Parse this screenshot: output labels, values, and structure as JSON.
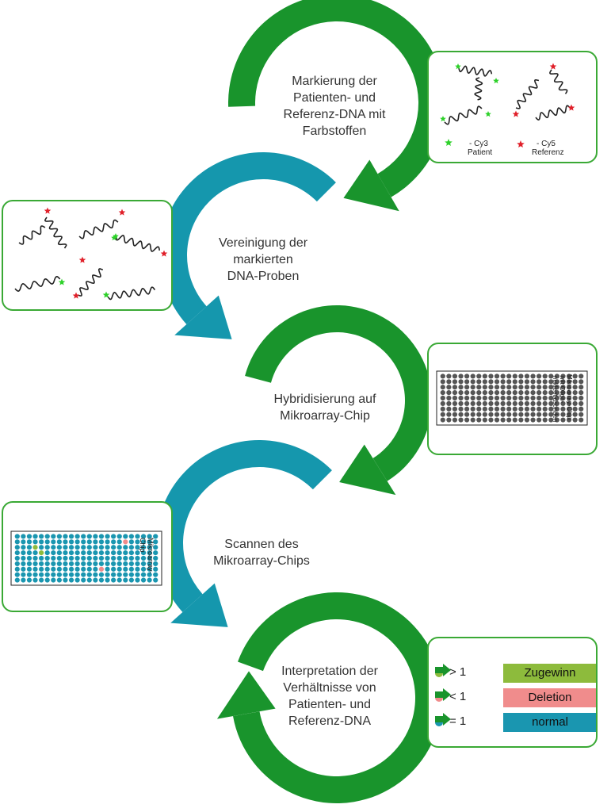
{
  "steps": [
    {
      "lines": [
        "Markierung der",
        "Patienten- und",
        "Referenz-DNA mit",
        "Farbstoffen"
      ]
    },
    {
      "lines": [
        "Vereinigung der",
        "markierten",
        "DNA-Proben"
      ]
    },
    {
      "lines": [
        "Hybridisierung auf",
        "Mikroarray-Chip"
      ]
    },
    {
      "lines": [
        "Scannen des",
        "Mikroarray-Chips"
      ]
    },
    {
      "lines": [
        "Interpretation der",
        "Verhältnisse von",
        "Patienten- und",
        "Referenz-DNA"
      ]
    }
  ],
  "box1": {
    "cy3_label": "- Cy3",
    "cy3_sub": "Patient",
    "cy5_label": "- Cy5",
    "cy5_sub": "Referenz"
  },
  "box3": {
    "chip_label_1": "Mikroarray-Chip",
    "chip_label_2": "mit Oligo-",
    "chip_label_3": "nukleotidsonden"
  },
  "box4": {
    "chip_label_1": "Mikroarray-",
    "chip_label_2": "Chip"
  },
  "legend": [
    {
      "symbol": "> 1",
      "label": "Zugewinn",
      "dot_color": "#8dbb3c",
      "bar_color": "#8dbb3c"
    },
    {
      "symbol": "< 1",
      "label": "Deletion",
      "dot_color": "#f08c8c",
      "bar_color": "#f08c8c"
    },
    {
      "symbol": "= 1",
      "label": "normal",
      "dot_color": "#1a96b0",
      "bar_color": "#1a96b0"
    }
  ],
  "colors": {
    "green_arrow": "#19942c",
    "teal_arrow": "#1597ad",
    "box_border": "#3aa935",
    "cy3_star": "#2ed12a",
    "cy5_star": "#e0202a",
    "chip_dark": "#555555",
    "chip_teal": "#1a96b0"
  }
}
